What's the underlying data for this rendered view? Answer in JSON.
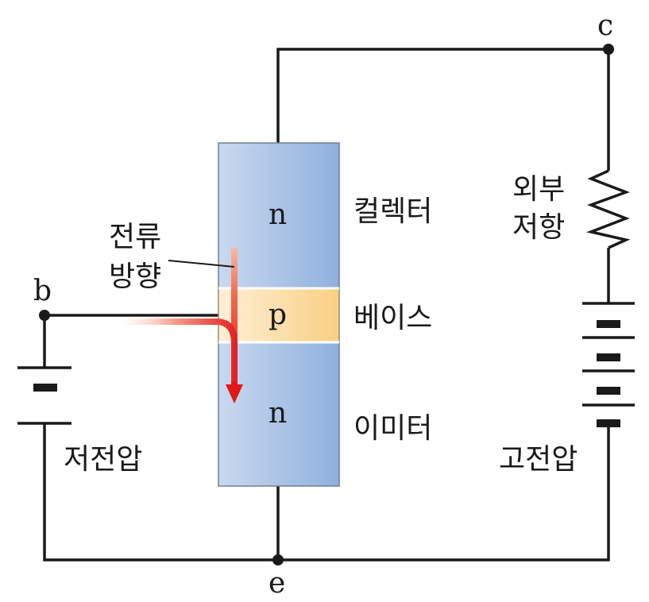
{
  "terminals": {
    "c": "c",
    "b": "b",
    "e": "e"
  },
  "layers": {
    "collector": {
      "letter": "n",
      "name": "컬렉터"
    },
    "base": {
      "letter": "p",
      "name": "베이스"
    },
    "emitter": {
      "letter": "n",
      "name": "이미터"
    }
  },
  "current_direction": {
    "line1": "전류",
    "line2": "방향"
  },
  "resistor": {
    "line1": "외부",
    "line2": "저항"
  },
  "low_voltage": "저전압",
  "high_voltage": "고전압",
  "colors": {
    "n_layer": "#9db9e0",
    "p_layer": "#fbd79a",
    "arrow": "#e02020",
    "wire": "#1a1a1a"
  }
}
